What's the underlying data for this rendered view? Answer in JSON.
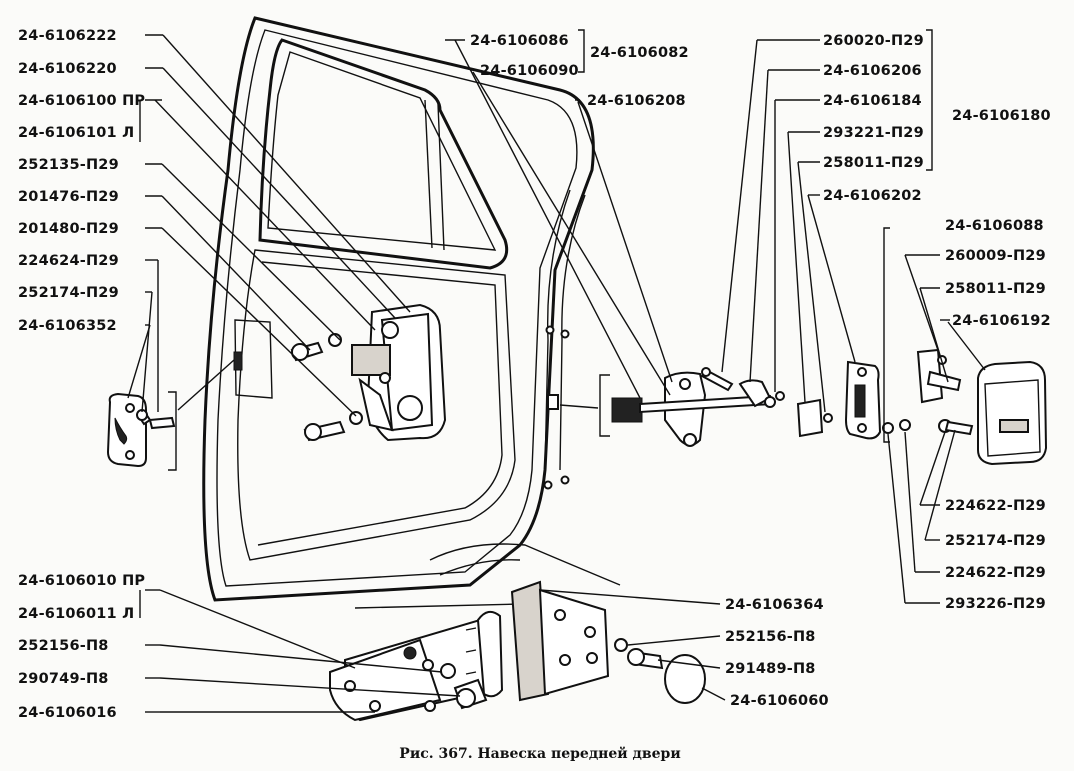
{
  "caption": "Рис. 367. Навеска передней двери",
  "labels_left": [
    "24-6106222",
    "24-6106220",
    "24-6106100 ПР",
    "24-6106101 Л",
    "252135-П29",
    "201476-П29",
    "201480-П29",
    "224624-П29",
    "252174-П29",
    "24-6106352"
  ],
  "labels_top": [
    "24-6106086",
    "24-6106082",
    "24-6106090",
    "24-6106208"
  ],
  "labels_right_group": [
    "260020-П29",
    "24-6106206",
    "24-6106184",
    "293221-П29",
    "258011-П29",
    "24-6106202",
    "24-6106180"
  ],
  "labels_right": [
    "24-6106088",
    "260009-П29",
    "258011-П29",
    "24-6106192",
    "224622-П29",
    "252174-П29",
    "224622-П29",
    "293226-П29"
  ],
  "labels_bottom_left": [
    "24-6106010 ПР",
    "24-6106011 Л",
    "252156-П8",
    "290749-П8",
    "24-6106016"
  ],
  "labels_bottom_right": [
    "24-6106364",
    "252156-П8",
    "291489-П8",
    "24-6106060"
  ]
}
